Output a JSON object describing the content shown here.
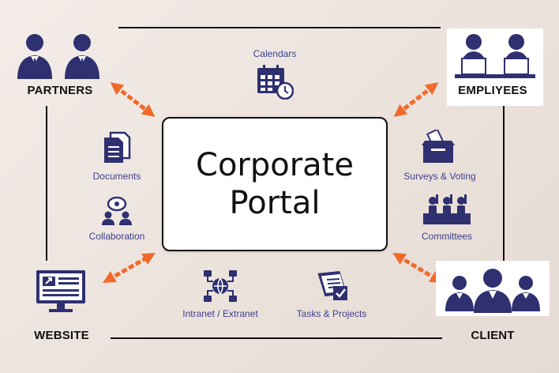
{
  "center": {
    "title": "Corporate\nPortal"
  },
  "corners": {
    "partners": "PARTNERS",
    "employees": "EMPLIYEES",
    "website": "WEBSITE",
    "client": "CLIENT"
  },
  "features": {
    "calendars": "Calendars",
    "documents": "Documents",
    "collaboration": "Collaboration",
    "surveys": "Surveys & Voting",
    "committees": "Committees",
    "intranet": "Intranet / Extranet",
    "tasks": "Tasks & Projects"
  },
  "colors": {
    "icon": "#2f3070",
    "arrow": "#f06a2a",
    "line": "#111111",
    "feature_text": "#3b3f8c"
  },
  "icons": {
    "partners": "business-people-icon",
    "employees": "laptop-workers-icon",
    "website": "monitor-icon",
    "client": "client-group-icon",
    "calendars": "calendar-clock-icon",
    "documents": "documents-icon",
    "collaboration": "collaboration-icon",
    "surveys": "ballot-box-icon",
    "committees": "committee-icon",
    "intranet": "network-globe-icon",
    "tasks": "task-clipboard-icon"
  }
}
